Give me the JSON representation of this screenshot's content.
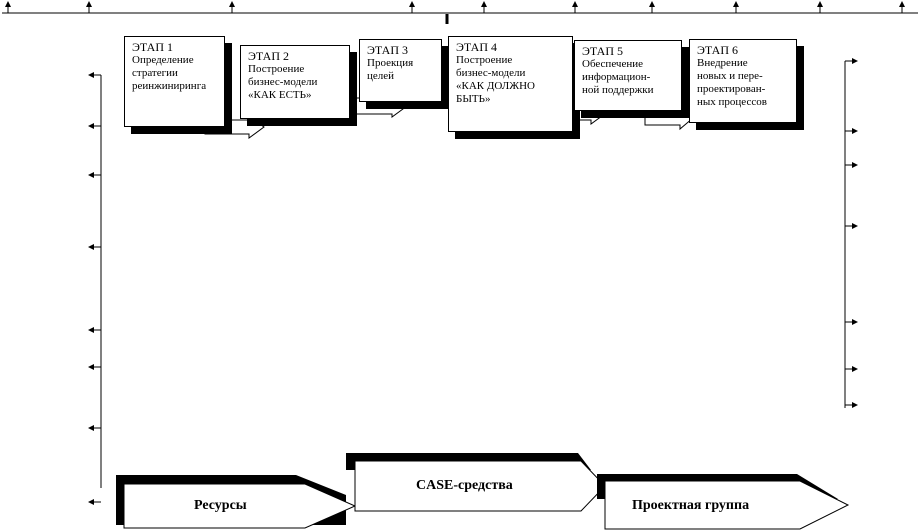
{
  "stages": [
    {
      "title": "ЭТАП 1",
      "body": "Определение\nстратегии\nреинжиниринга"
    },
    {
      "title": "ЭТАП 2",
      "body": "Построение\nбизнес-модели\n«КАК ЕСТЬ»"
    },
    {
      "title": "ЭТАП 3",
      "body": "Проекция\nцелей"
    },
    {
      "title": "ЭТАП 4",
      "body": "Построение\nбизнес-модели\n«КАК ДОЛЖНО\nБЫТЬ»"
    },
    {
      "title": "ЭТАП 5",
      "body": "Обеспечение\nинформацион-\nной поддержки"
    },
    {
      "title": "ЭТАП 6",
      "body": "Внедрение\nновых и пере-\nпроектирован-\nных процессов"
    }
  ],
  "bands": {
    "resources": "Ресурсы",
    "case_tools": "CASE-средства",
    "project_team": "Проектная группа"
  }
}
